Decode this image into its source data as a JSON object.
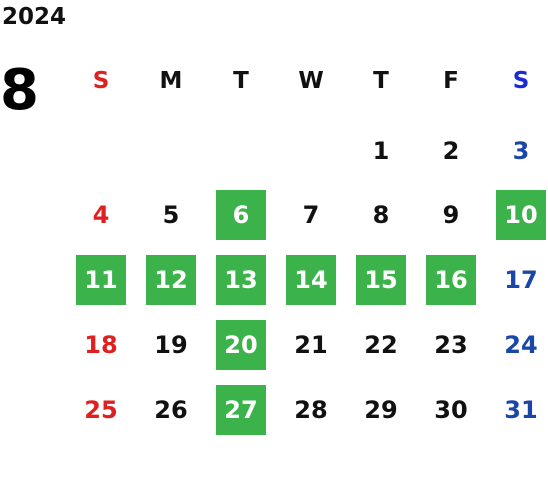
{
  "year": "2024",
  "month": "8",
  "weekdays": [
    "S",
    "M",
    "T",
    "W",
    "T",
    "F",
    "S"
  ],
  "weeks": [
    [
      "",
      "",
      "",
      "",
      "1",
      "2",
      "3"
    ],
    [
      "4",
      "5",
      "6",
      "7",
      "8",
      "9",
      "10"
    ],
    [
      "11",
      "12",
      "13",
      "14",
      "15",
      "16",
      "17"
    ],
    [
      "18",
      "19",
      "20",
      "21",
      "22",
      "23",
      "24"
    ],
    [
      "25",
      "26",
      "27",
      "28",
      "29",
      "30",
      "31"
    ]
  ],
  "highlighted_days": [
    "6",
    "10",
    "11",
    "12",
    "13",
    "14",
    "15",
    "16",
    "20",
    "27"
  ],
  "colors": {
    "highlight": "#3bb34a",
    "sunday": "#e02020",
    "saturday": "#1a46a8",
    "text": "#111111"
  }
}
